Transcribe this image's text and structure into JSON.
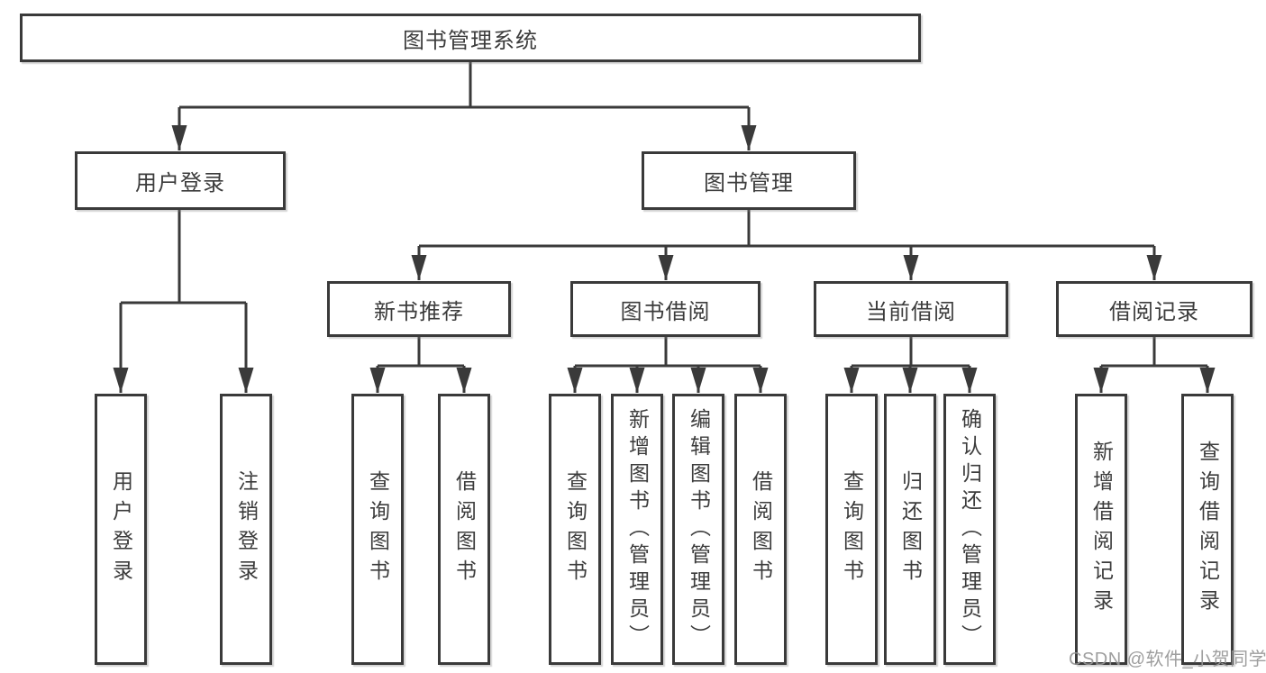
{
  "diagram": {
    "tree": {
      "root": {
        "label": "图书管理系统",
        "children": [
          {
            "label": "用户登录",
            "children": [
              {
                "label": "用户登录"
              },
              {
                "label": "注销登录"
              }
            ]
          },
          {
            "label": "图书管理",
            "children": [
              {
                "label": "新书推荐",
                "children": [
                  {
                    "label": "查询图书"
                  },
                  {
                    "label": "借阅图书"
                  }
                ]
              },
              {
                "label": "图书借阅",
                "children": [
                  {
                    "label": "查询图书"
                  },
                  {
                    "label": "新增图书（管理员）"
                  },
                  {
                    "label": "编辑图书（管理员）"
                  },
                  {
                    "label": "借阅图书"
                  }
                ]
              },
              {
                "label": "当前借阅",
                "children": [
                  {
                    "label": "查询图书"
                  },
                  {
                    "label": "归还图书"
                  },
                  {
                    "label": "确认归还（管理员）"
                  }
                ]
              },
              {
                "label": "借阅记录",
                "children": [
                  {
                    "label": "新增借阅记录"
                  },
                  {
                    "label": "查询借阅记录"
                  }
                ]
              }
            ]
          }
        ]
      }
    },
    "colors": {
      "line": "#3a3a3a",
      "text": "#3c3c3c",
      "background": "#ffffff"
    }
  },
  "watermark": {
    "text": "CSDN @软件_小贺同学"
  }
}
